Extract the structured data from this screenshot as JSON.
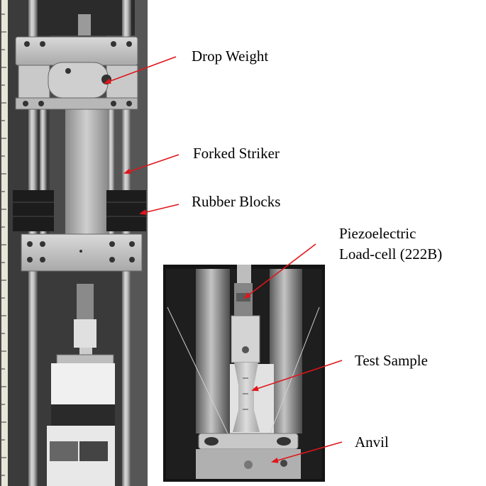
{
  "labels": {
    "drop_weight": "Drop Weight",
    "forked_striker": "Forked Striker",
    "rubber_blocks": "Rubber Blocks",
    "load_cell_line1": "Piezoelectric",
    "load_cell_line2": "Load-cell (222B)",
    "test_sample": "Test Sample",
    "anvil": "Anvil"
  },
  "colors": {
    "arrow": "#e0161b",
    "text": "#000000",
    "background": "#ffffff"
  }
}
